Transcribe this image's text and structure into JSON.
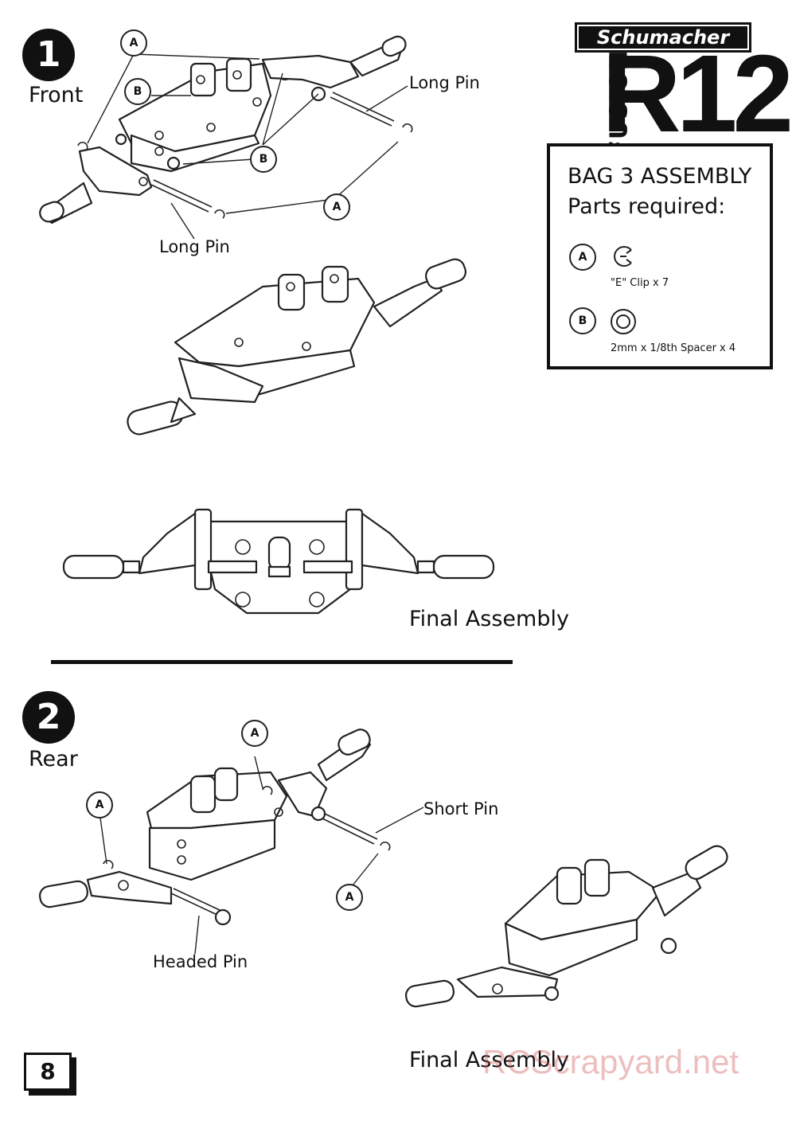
{
  "brand": {
    "name": "Schumacher",
    "model": "R12",
    "sub": "FUSION"
  },
  "parts_box": {
    "title": "BAG 3 ASSEMBLY",
    "subtitle": "Parts required:",
    "items": [
      {
        "marker": "A",
        "label": "\"E\" Clip x 7",
        "icon": "e-clip-icon"
      },
      {
        "marker": "B",
        "label": "2mm x 1/8th Spacer x 4",
        "icon": "spacer-ring-icon"
      }
    ]
  },
  "step1": {
    "number": "1",
    "label": "Front",
    "callouts": [
      "A",
      "B",
      "B",
      "A"
    ],
    "pins": [
      "Long Pin",
      "Long Pin"
    ],
    "final_label": "Final Assembly"
  },
  "step2": {
    "number": "2",
    "label": "Rear",
    "callouts": [
      "A",
      "A",
      "A"
    ],
    "pins": [
      "Short Pin",
      "Headed Pin"
    ],
    "final_label": "Final Assembly"
  },
  "page_number": "8",
  "watermark": "RCScrapyard.net"
}
